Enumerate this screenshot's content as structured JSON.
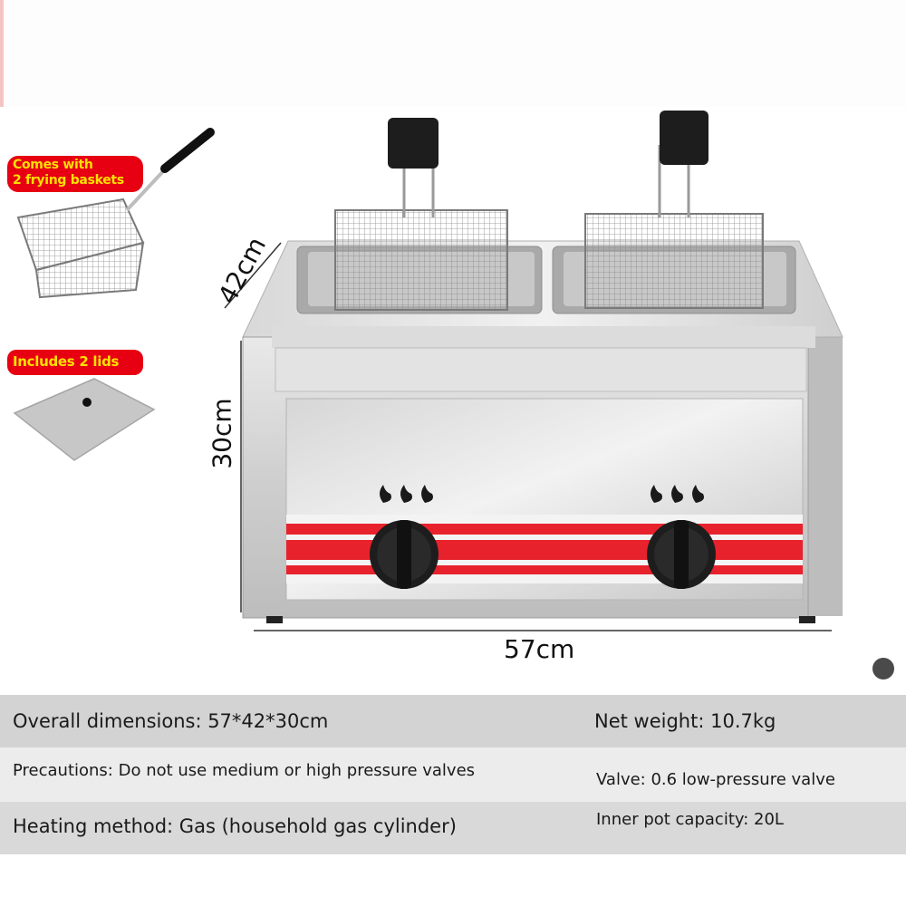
{
  "callouts": {
    "baskets_line1": "Comes with",
    "baskets_line2": "2 frying baskets",
    "lids": "Includes 2 lids"
  },
  "dimensions": {
    "depth": "42cm",
    "height": "30cm",
    "width": "57cm"
  },
  "specs": {
    "overall_dimensions": "Overall dimensions: 57*42*30cm",
    "net_weight": "Net weight: 10.7kg",
    "precautions": "Precautions: Do not use medium or high pressure valves",
    "valve": "Valve: 0.6 low-pressure valve",
    "heating_method": "Heating method: Gas (household gas cylinder)",
    "inner_pot_capacity": "Inner pot capacity: 20L"
  },
  "colors": {
    "badge_bg": "#e60012",
    "badge_text": "#ffe100",
    "stripe_red": "#e8222c",
    "steel": "#c9c9c9"
  }
}
